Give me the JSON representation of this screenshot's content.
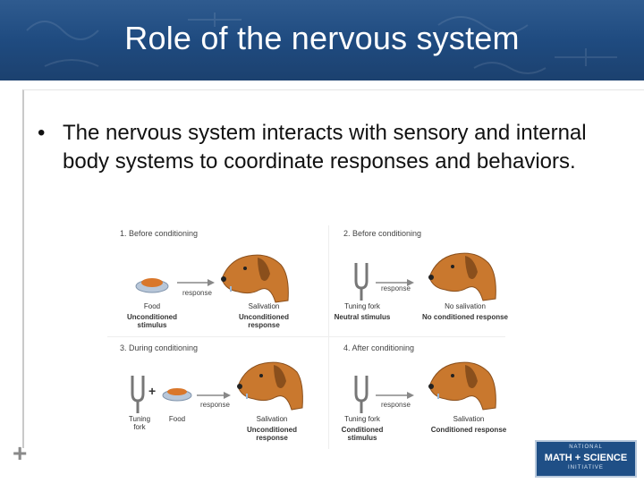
{
  "slide": {
    "title": "Role of the nervous system",
    "bullet": "The nervous system interacts with sensory and internal body systems to coordinate responses and behaviors."
  },
  "diagram": {
    "panels": [
      {
        "title": "1. Before conditioning",
        "left_label": "Food",
        "left_bold": "Unconditioned stimulus",
        "arrow_label": "response",
        "right_label": "Salivation",
        "right_bold": "Unconditioned response"
      },
      {
        "title": "2. Before conditioning",
        "left_label": "Tuning fork",
        "left_bold": "Neutral stimulus",
        "arrow_label": "response",
        "right_label": "No salivation",
        "right_bold": "No conditioned response"
      },
      {
        "title": "3. During conditioning",
        "left_label": "Tuning fork",
        "left_label2": "Food",
        "arrow_label": "response",
        "right_label": "Salivation",
        "right_bold": "Unconditioned response"
      },
      {
        "title": "4. After conditioning",
        "left_label": "Tuning fork",
        "left_bold": "Conditioned stimulus",
        "arrow_label": "response",
        "right_label": "Salivation",
        "right_bold": "Conditioned response"
      }
    ]
  },
  "footer": {
    "logo_line1": "NATIONAL",
    "logo_line2": "MATH + SCIENCE",
    "logo_line3": "INITIATIVE"
  }
}
